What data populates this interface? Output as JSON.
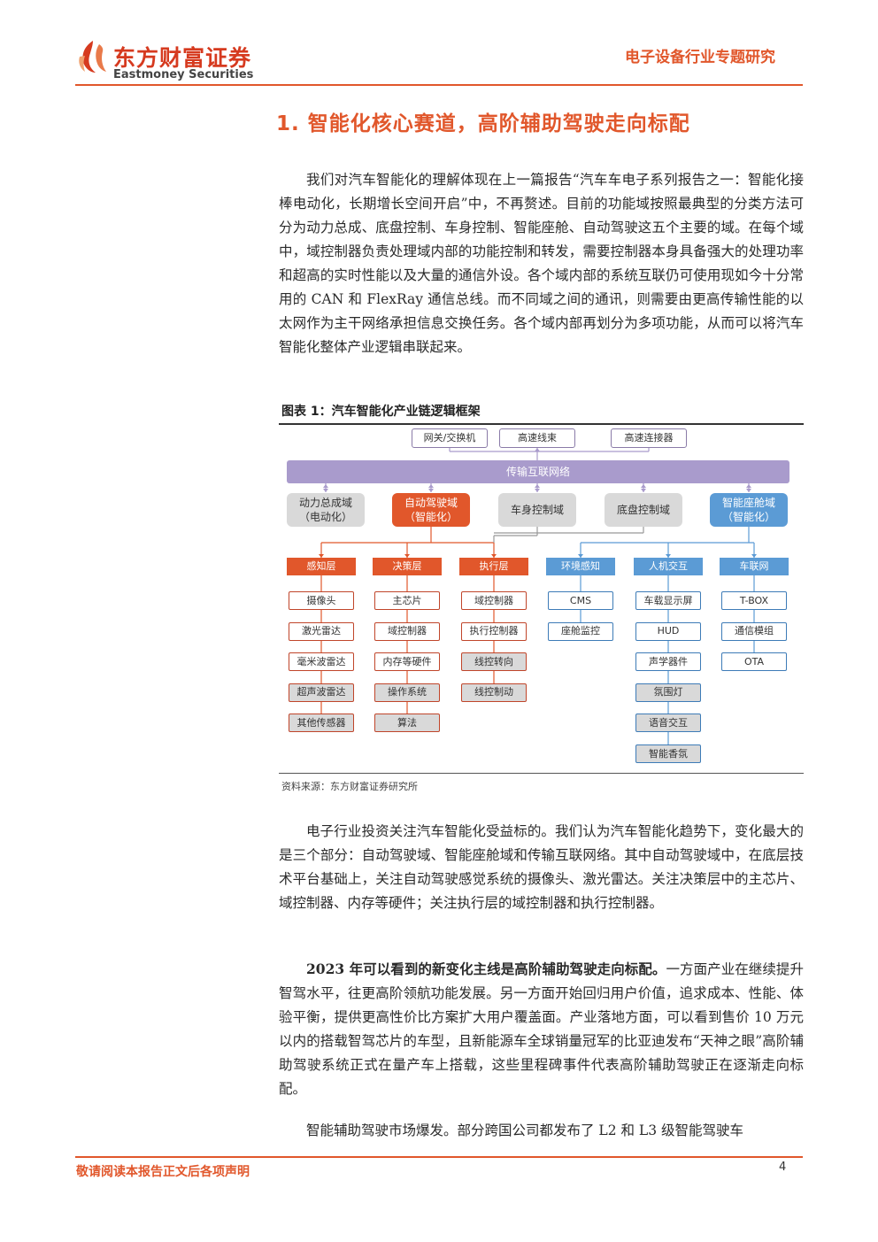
{
  "header": {
    "logo_cn": "东方财富证券",
    "logo_en": "Eastmoney Securities",
    "report_type": "电子设备行业专题研究"
  },
  "section": {
    "title": "1. 智能化核心赛道，高阶辅助驾驶走向标配"
  },
  "paragraphs": {
    "p1": "我们对汽车智能化的理解体现在上一篇报告“汽车车电子系列报告之一：智能化接棒电动化，长期增长空间开启”中，不再赘述。目前的功能域按照最典型的分类方法可分为动力总成、底盘控制、车身控制、智能座舱、自动驾驶这五个主要的域。在每个域中，域控制器负责处理域内部的功能控制和转发，需要控制器本身具备强大的处理功率和超高的实时性能以及大量的通信外设。各个域内部的系统互联仍可使用现如今十分常用的 CAN 和 FlexRay 通信总线。而不同域之间的通讯，则需要由更高传输性能的以太网作为主干网络承担信息交换任务。各个域内部再划分为多项功能，从而可以将汽车智能化整体产业逻辑串联起来。",
    "p2": "电子行业投资关注汽车智能化受益标的。我们认为汽车智能化趋势下，变化最大的是三个部分：自动驾驶域、智能座舱域和传输互联网络。其中自动驾驶域中，在底层技术平台基础上，关注自动驾驶感觉系统的摄像头、激光雷达。关注决策层中的主芯片、域控制器、内存等硬件；关注执行层的域控制器和执行控制器。",
    "p3_bold": "2023 年可以看到的新变化主线是高阶辅助驾驶走向标配。",
    "p3_rest": "一方面产业在继续提升智驾水平，往更高阶领航功能发展。另一方面开始回归用户价值，追求成本、性能、体验平衡，提供更高性价比方案扩大用户覆盖面。产业落地方面，可以看到售价 10 万元以内的搭载智驾芯片的车型，且新能源车全球销量冠军的比亚迪发布“天神之眼”高阶辅助驾驶系统正式在量产车上搭载，这些里程碑事件代表高阶辅助驾驶正在逐渐走向标配。",
    "p4": "智能辅助驾驶市场爆发。部分跨国公司都发布了 L2 和 L3 级智能驾驶车"
  },
  "figure": {
    "title": "图表 1：汽车智能化产业链逻辑框架",
    "source": "资料来源：东方财富证券研究所",
    "top_boxes": [
      "网关/交换机",
      "高速线束",
      "高速连接器"
    ],
    "bus": "传输互联网络",
    "domains": [
      {
        "l1": "动力总成域",
        "l2": "（电动化）",
        "style": "grey"
      },
      {
        "l1": "自动驾驶域",
        "l2": "（智能化）",
        "style": "red"
      },
      {
        "l1": "车身控制域",
        "l2": "",
        "style": "grey"
      },
      {
        "l1": "底盘控制域",
        "l2": "",
        "style": "grey"
      },
      {
        "l1": "智能座舱域",
        "l2": "（智能化）",
        "style": "blue"
      }
    ],
    "columns": [
      {
        "header": "感知层",
        "style": "red",
        "items": [
          {
            "label": "摄像头",
            "grey": false
          },
          {
            "label": "激光雷达",
            "grey": false
          },
          {
            "label": "毫米波雷达",
            "grey": false
          },
          {
            "label": "超声波雷达",
            "grey": true
          },
          {
            "label": "其他传感器",
            "grey": true
          }
        ]
      },
      {
        "header": "决策层",
        "style": "red",
        "items": [
          {
            "label": "主芯片",
            "grey": false
          },
          {
            "label": "域控制器",
            "grey": false
          },
          {
            "label": "内存等硬件",
            "grey": false
          },
          {
            "label": "操作系统",
            "grey": true
          },
          {
            "label": "算法",
            "grey": true
          }
        ]
      },
      {
        "header": "执行层",
        "style": "red",
        "items": [
          {
            "label": "域控制器",
            "grey": false
          },
          {
            "label": "执行控制器",
            "grey": false
          },
          {
            "label": "线控转向",
            "grey": true
          },
          {
            "label": "线控制动",
            "grey": true
          }
        ]
      },
      {
        "header": "环境感知",
        "style": "blue",
        "items": [
          {
            "label": "CMS",
            "grey": false
          },
          {
            "label": "座舱监控",
            "grey": false
          }
        ]
      },
      {
        "header": "人机交互",
        "style": "blue",
        "items": [
          {
            "label": "车载显示屏",
            "grey": false
          },
          {
            "label": "HUD",
            "grey": false
          },
          {
            "label": "声学器件",
            "grey": false
          },
          {
            "label": "氛围灯",
            "grey": true
          },
          {
            "label": "语音交互",
            "grey": true
          },
          {
            "label": "智能香氛",
            "grey": true
          }
        ]
      },
      {
        "header": "车联网",
        "style": "blue",
        "items": [
          {
            "label": "T-BOX",
            "grey": false
          },
          {
            "label": "通信模组",
            "grey": false
          },
          {
            "label": "OTA",
            "grey": false
          }
        ]
      }
    ]
  },
  "footer": {
    "disclaimer": "敬请阅读本报告正文后各项声明",
    "page": "4"
  },
  "colors": {
    "accent": "#e1572b",
    "blue": "#5b9bd5",
    "purple": "#a99bcc",
    "grey": "#d9d9d9"
  }
}
